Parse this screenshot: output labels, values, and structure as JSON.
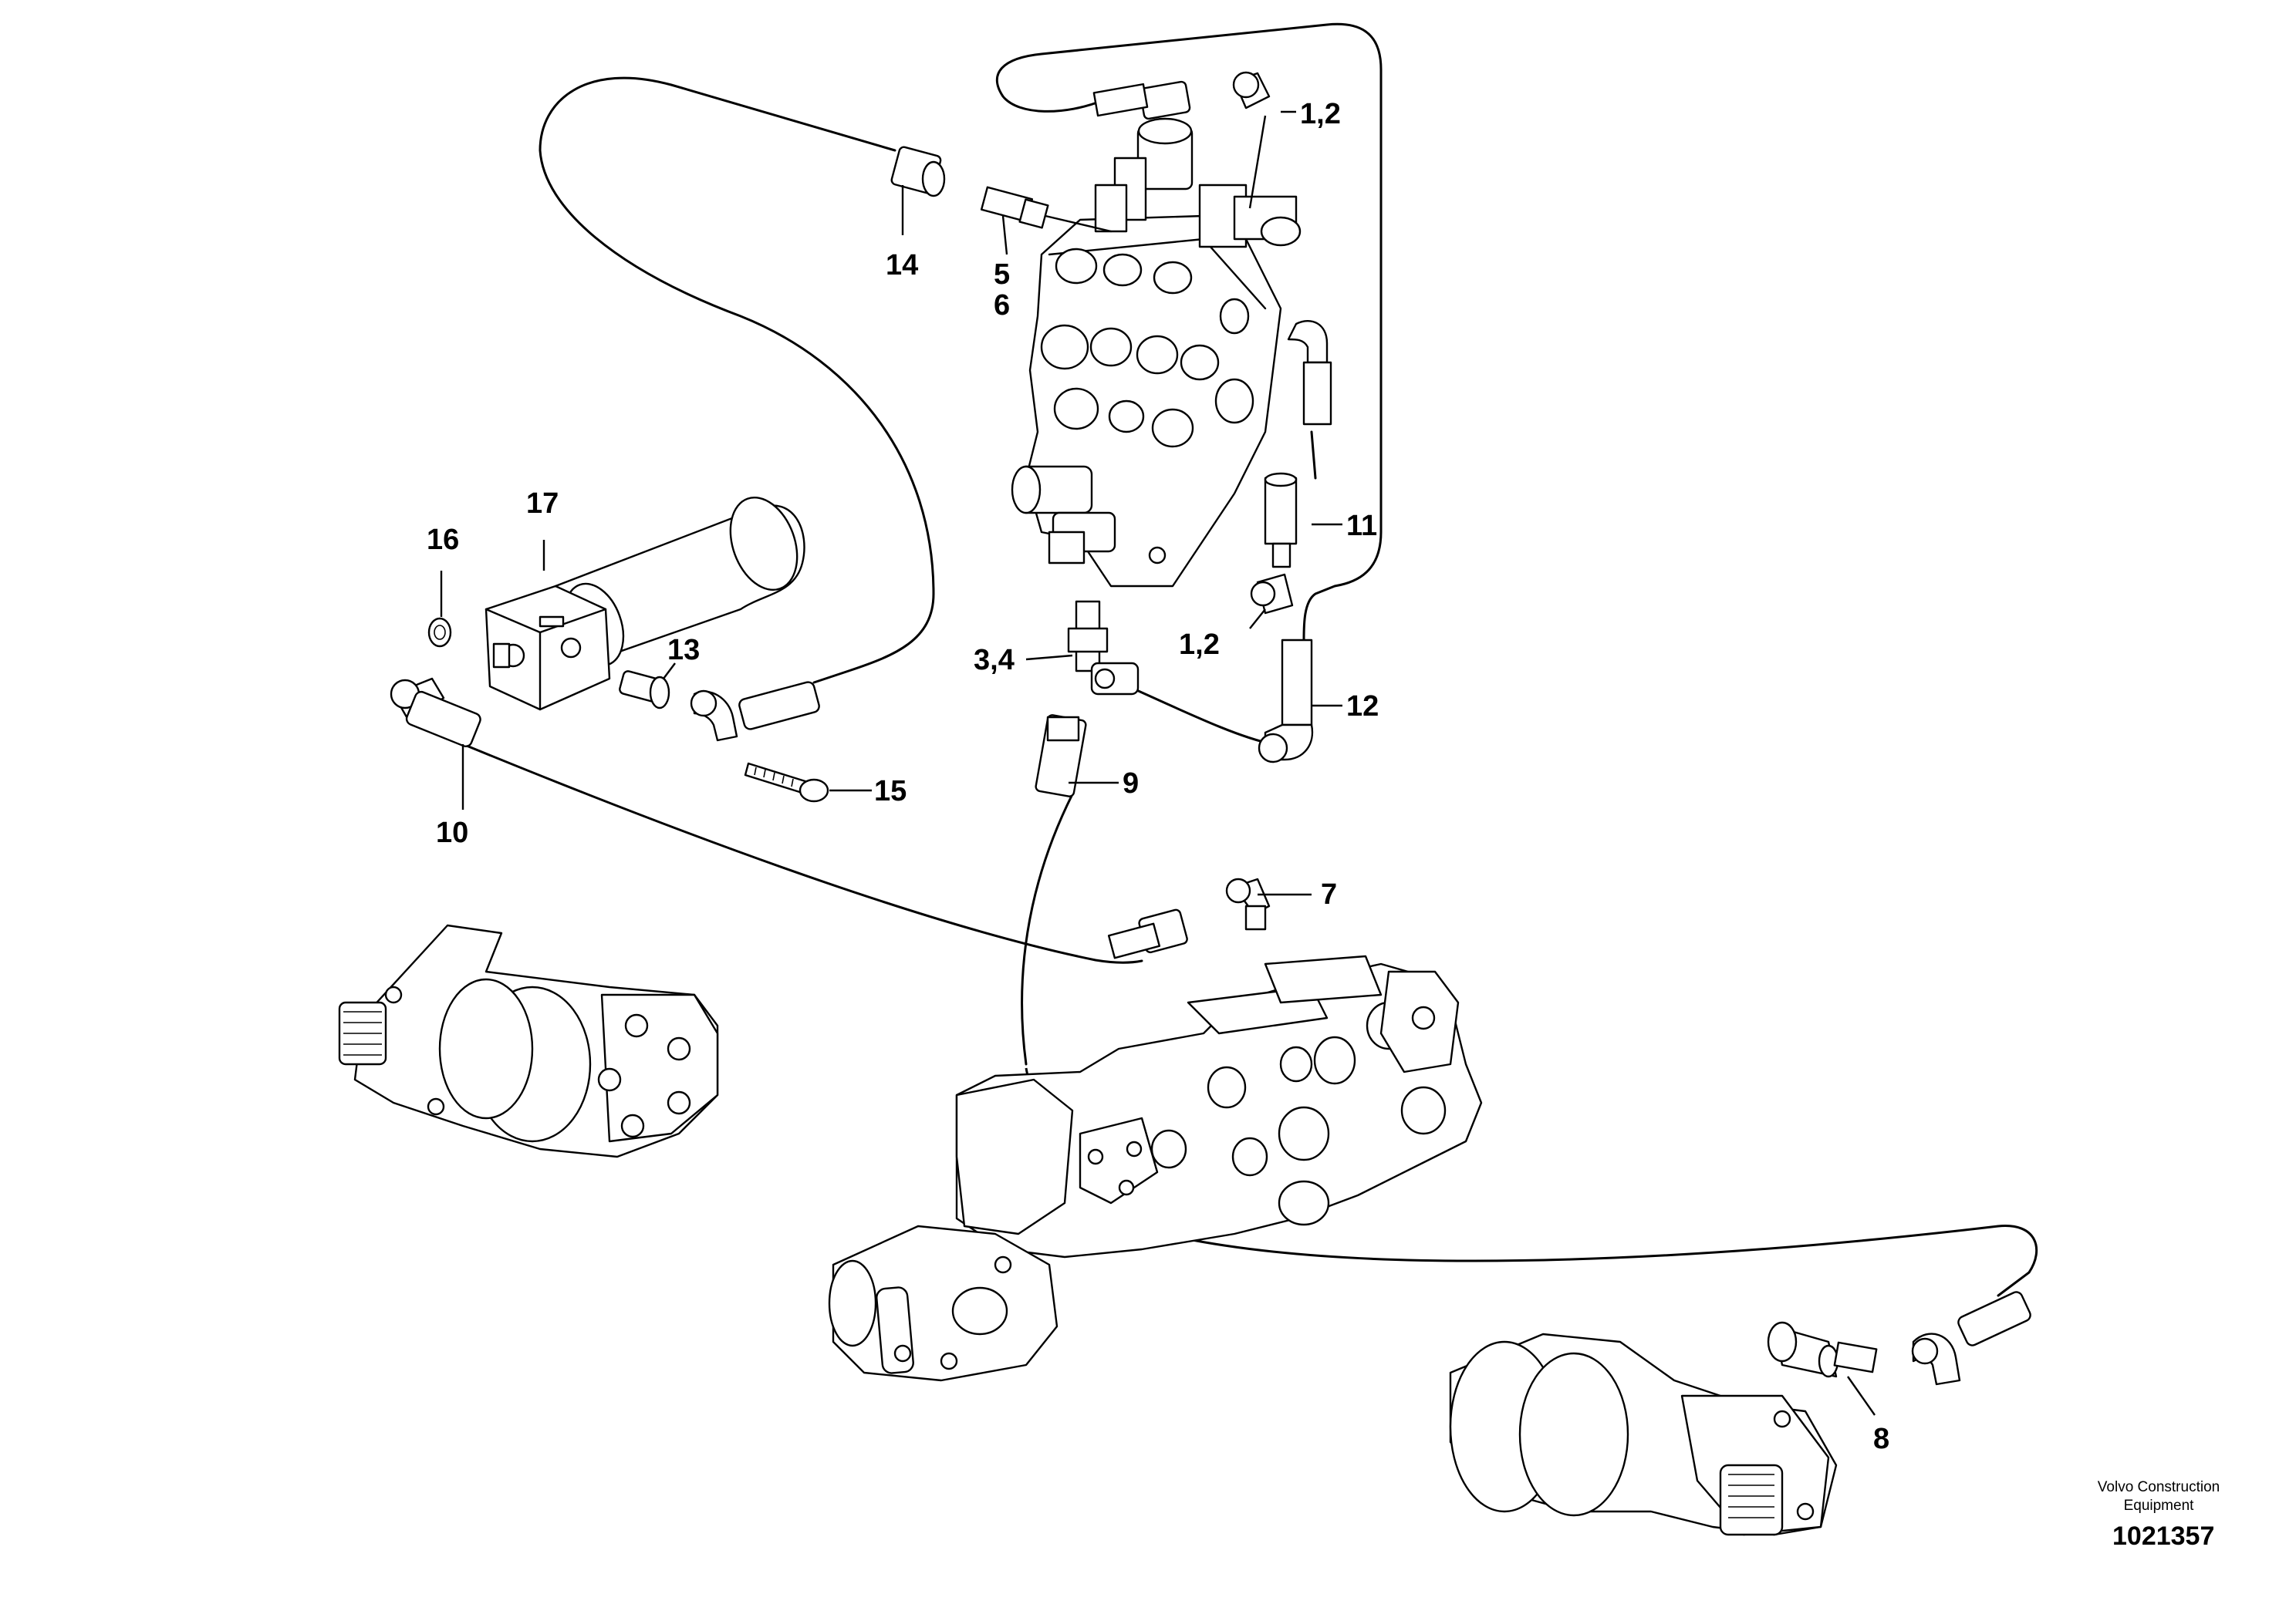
{
  "drawing": {
    "publisher_line1": "Volvo Construction",
    "publisher_line2": "Equipment",
    "document_number": "1021357"
  },
  "callouts": [
    {
      "id": "c-1-2-top",
      "text": "1,2"
    },
    {
      "id": "c-14",
      "text": "14"
    },
    {
      "id": "c-5",
      "text": "5"
    },
    {
      "id": "c-6",
      "text": "6"
    },
    {
      "id": "c-11",
      "text": "11"
    },
    {
      "id": "c-1-2-mid",
      "text": "1,2"
    },
    {
      "id": "c-17",
      "text": "17"
    },
    {
      "id": "c-16",
      "text": "16"
    },
    {
      "id": "c-13",
      "text": "13"
    },
    {
      "id": "c-3-4",
      "text": "3,4"
    },
    {
      "id": "c-12",
      "text": "12"
    },
    {
      "id": "c-15",
      "text": "15"
    },
    {
      "id": "c-9",
      "text": "9"
    },
    {
      "id": "c-10",
      "text": "10"
    },
    {
      "id": "c-7",
      "text": "7"
    },
    {
      "id": "c-8",
      "text": "8"
    }
  ],
  "colors": {
    "line": "#000000",
    "background": "#ffffff"
  }
}
